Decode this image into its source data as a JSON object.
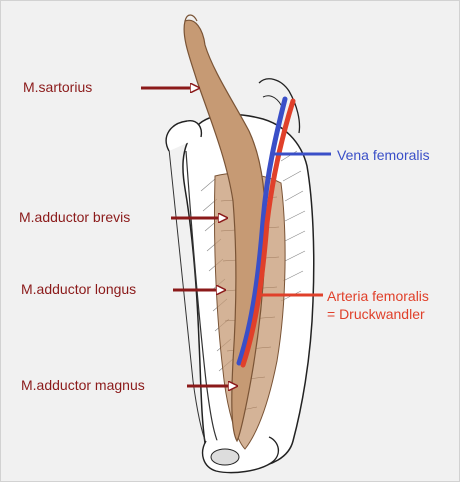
{
  "labels": {
    "sartorius": "M.sartorius",
    "adductor_brevis": "M.adductor brevis",
    "adductor_longus": "M.adductor longus",
    "adductor_magnus": "M.adductor magnus",
    "vena_femoralis": "Vena femoralis",
    "arteria_line1": "Arteria femoralis",
    "arteria_line2": "= Druckwandler"
  },
  "colors": {
    "muscle_label": "#8b1a1a",
    "vein": "#3a4fc8",
    "artery": "#e0402a",
    "muscle_fill": "#c69a74",
    "bone_fill": "#ffffff",
    "outline": "#222222",
    "background": "#f1f1f1"
  }
}
